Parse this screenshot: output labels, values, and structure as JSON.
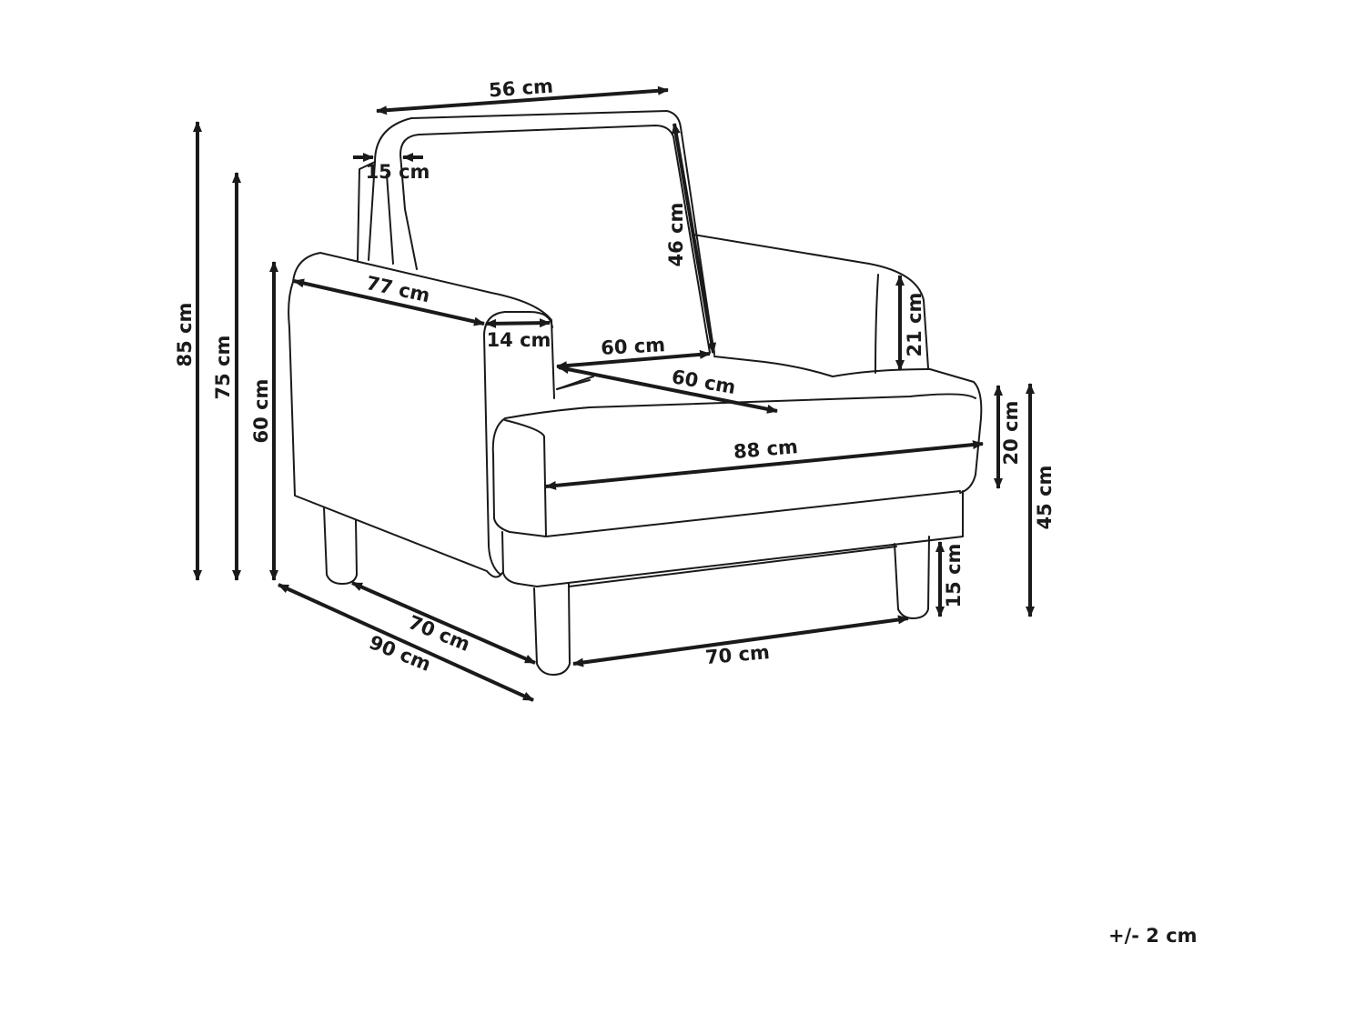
{
  "dimensions": {
    "total_height": "85 cm",
    "back_height": "75 cm",
    "armrest_height": "60 cm",
    "back_width": "56 cm",
    "back_thickness": "15 cm",
    "back_cushion_height": "46 cm",
    "armrest_length": "77 cm",
    "armrest_width": "14 cm",
    "seat_width": "60 cm",
    "seat_depth": "60 cm",
    "armrest_cushion_height": "21 cm",
    "seat_cushion_height": "20 cm",
    "seat_height": "45 cm",
    "total_width": "88 cm",
    "leg_height": "15 cm",
    "leg_span_depth": "70 cm",
    "total_depth": "90 cm",
    "leg_span_width": "70 cm"
  },
  "tolerance": "+/- 2 cm"
}
